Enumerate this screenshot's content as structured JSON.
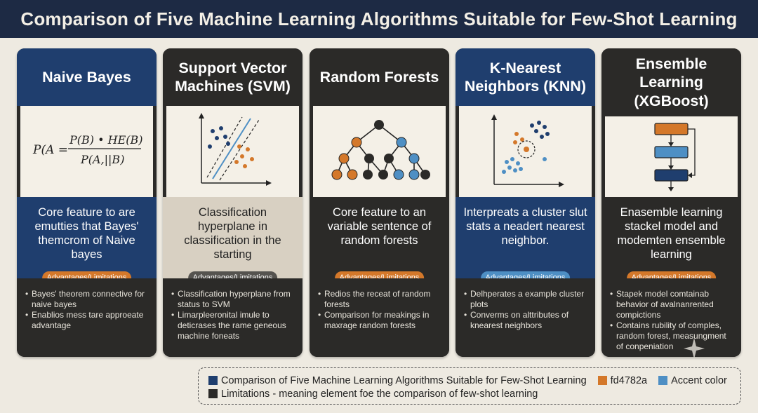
{
  "title": "Comparison of Five Machine Learning Algorithms Suitable for Few-Shot Learning",
  "cards": [
    {
      "heading": "Naive Bayes",
      "formula": {
        "lhs": "P(A =",
        "numerator": "P(B) • HE(B)",
        "denominator": "P(A,||B)"
      },
      "description": "Core feature to are emutties that Bayes' themcrom of Naive bayes",
      "badge": "Advantages/Limitations",
      "bullets": [
        "Bayes' theorem connective for naive bayes",
        "Enablios mess tare approeate advantage"
      ]
    },
    {
      "heading": "Support Vector Machines (SVM)",
      "description": "Classification hyperplane in classification in the starting",
      "badge": "Advantages/Limitations",
      "bullets": [
        "Classification hyperplane from status to SVM",
        "Limarpleeronital imule to deticrases the rame geneous machine foneats"
      ]
    },
    {
      "heading": "Random Forests",
      "description": "Core feature to an variable sentence of random forests",
      "badge": "Advantages/Limitations",
      "bullets": [
        "Redios the receat of random forests",
        "Comparison for meakings in maxrage random forests"
      ]
    },
    {
      "heading": "K-Nearest Neighbors (KNN)",
      "description": "Interpreats a cluster slut stats a neadert nearest neighbor.",
      "badge": "Advantages/Limitations",
      "bullets": [
        "Delhperates a example cluster plots",
        "Converms on alttributes of knearest neighbors"
      ]
    },
    {
      "heading": "Ensemble Learning (XGBoost)",
      "description": "Enasemble learning stackel model and modemten ensemble learning",
      "badge": "Advantages/Limitations",
      "bullets": [
        "Stapek model comtainab behavior of avalnanrented compictions",
        "Contains rubility of comples, random forest, measungment of conpeniation"
      ]
    }
  ],
  "legend": {
    "items": [
      {
        "label": "Comparison of Five Machine Learning Algorithms Suitable for Few-Shot Learning",
        "color": "#1f3e6e"
      },
      {
        "label": "fd4782a",
        "color": "#d4782a"
      },
      {
        "label": "Accent color",
        "color": "#4e8fc4"
      },
      {
        "label": "Limitations - meaning element foe the comparison of few-shot learning",
        "color": "#2b2a28"
      }
    ]
  },
  "colors": {
    "navy": "#1f3e6e",
    "orange": "#d4782a",
    "accent_blue": "#4e8fc4",
    "charcoal": "#2b2a28",
    "cream": "#f4f0e7",
    "title_bg": "#1d2a44"
  }
}
